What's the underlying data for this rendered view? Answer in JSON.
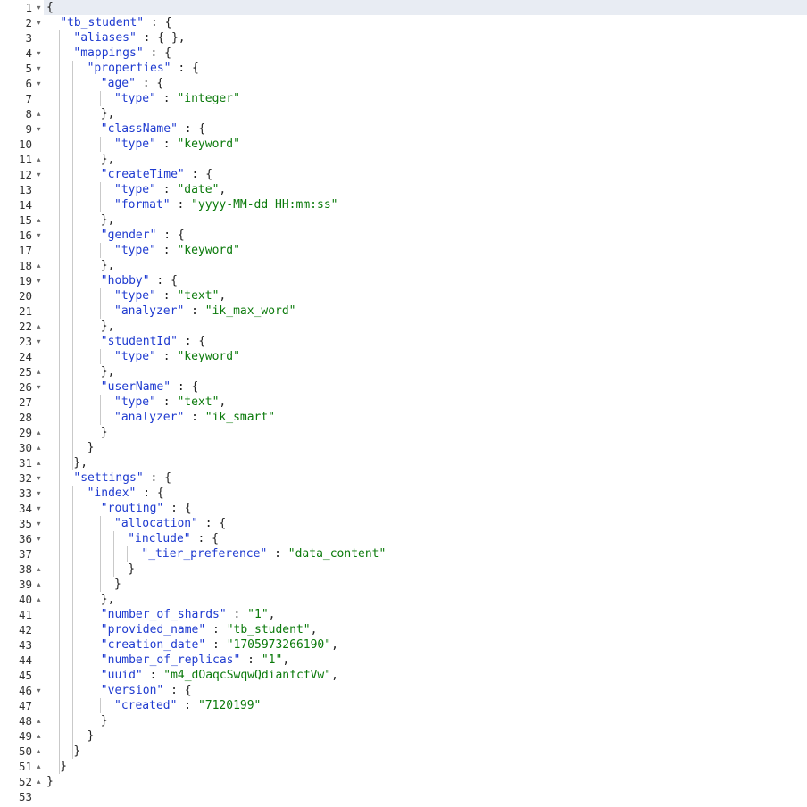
{
  "editor": {
    "lines": [
      {
        "n": "1",
        "fold": "▾",
        "tokens": [
          {
            "t": "p",
            "v": "{"
          }
        ]
      },
      {
        "n": "2",
        "fold": "▾",
        "tokens": [
          {
            "t": "k",
            "v": "\"tb_student\""
          },
          {
            "t": "p",
            "v": " : {"
          }
        ]
      },
      {
        "n": "3",
        "fold": "",
        "tokens": [
          {
            "t": "k",
            "v": "\"aliases\""
          },
          {
            "t": "p",
            "v": " : { },"
          }
        ]
      },
      {
        "n": "4",
        "fold": "▾",
        "tokens": [
          {
            "t": "k",
            "v": "\"mappings\""
          },
          {
            "t": "p",
            "v": " : {"
          }
        ]
      },
      {
        "n": "5",
        "fold": "▾",
        "tokens": [
          {
            "t": "k",
            "v": "\"properties\""
          },
          {
            "t": "p",
            "v": " : {"
          }
        ]
      },
      {
        "n": "6",
        "fold": "▾",
        "tokens": [
          {
            "t": "k",
            "v": "\"age\""
          },
          {
            "t": "p",
            "v": " : {"
          }
        ]
      },
      {
        "n": "7",
        "fold": "",
        "tokens": [
          {
            "t": "k",
            "v": "\"type\""
          },
          {
            "t": "p",
            "v": " : "
          },
          {
            "t": "s",
            "v": "\"integer\""
          }
        ]
      },
      {
        "n": "8",
        "fold": "▴",
        "tokens": [
          {
            "t": "p",
            "v": "},"
          }
        ]
      },
      {
        "n": "9",
        "fold": "▾",
        "tokens": [
          {
            "t": "k",
            "v": "\"className\""
          },
          {
            "t": "p",
            "v": " : {"
          }
        ]
      },
      {
        "n": "10",
        "fold": "",
        "tokens": [
          {
            "t": "k",
            "v": "\"type\""
          },
          {
            "t": "p",
            "v": " : "
          },
          {
            "t": "s",
            "v": "\"keyword\""
          }
        ]
      },
      {
        "n": "11",
        "fold": "▴",
        "tokens": [
          {
            "t": "p",
            "v": "},"
          }
        ]
      },
      {
        "n": "12",
        "fold": "▾",
        "tokens": [
          {
            "t": "k",
            "v": "\"createTime\""
          },
          {
            "t": "p",
            "v": " : {"
          }
        ]
      },
      {
        "n": "13",
        "fold": "",
        "tokens": [
          {
            "t": "k",
            "v": "\"type\""
          },
          {
            "t": "p",
            "v": " : "
          },
          {
            "t": "s",
            "v": "\"date\""
          },
          {
            "t": "p",
            "v": ","
          }
        ]
      },
      {
        "n": "14",
        "fold": "",
        "tokens": [
          {
            "t": "k",
            "v": "\"format\""
          },
          {
            "t": "p",
            "v": " : "
          },
          {
            "t": "s",
            "v": "\"yyyy-MM-dd HH:mm:ss\""
          }
        ]
      },
      {
        "n": "15",
        "fold": "▴",
        "tokens": [
          {
            "t": "p",
            "v": "},"
          }
        ]
      },
      {
        "n": "16",
        "fold": "▾",
        "tokens": [
          {
            "t": "k",
            "v": "\"gender\""
          },
          {
            "t": "p",
            "v": " : {"
          }
        ]
      },
      {
        "n": "17",
        "fold": "",
        "tokens": [
          {
            "t": "k",
            "v": "\"type\""
          },
          {
            "t": "p",
            "v": " : "
          },
          {
            "t": "s",
            "v": "\"keyword\""
          }
        ]
      },
      {
        "n": "18",
        "fold": "▴",
        "tokens": [
          {
            "t": "p",
            "v": "},"
          }
        ]
      },
      {
        "n": "19",
        "fold": "▾",
        "tokens": [
          {
            "t": "k",
            "v": "\"hobby\""
          },
          {
            "t": "p",
            "v": " : {"
          }
        ]
      },
      {
        "n": "20",
        "fold": "",
        "tokens": [
          {
            "t": "k",
            "v": "\"type\""
          },
          {
            "t": "p",
            "v": " : "
          },
          {
            "t": "s",
            "v": "\"text\""
          },
          {
            "t": "p",
            "v": ","
          }
        ]
      },
      {
        "n": "21",
        "fold": "",
        "tokens": [
          {
            "t": "k",
            "v": "\"analyzer\""
          },
          {
            "t": "p",
            "v": " : "
          },
          {
            "t": "s",
            "v": "\"ik_max_word\""
          }
        ]
      },
      {
        "n": "22",
        "fold": "▴",
        "tokens": [
          {
            "t": "p",
            "v": "},"
          }
        ]
      },
      {
        "n": "23",
        "fold": "▾",
        "tokens": [
          {
            "t": "k",
            "v": "\"studentId\""
          },
          {
            "t": "p",
            "v": " : {"
          }
        ]
      },
      {
        "n": "24",
        "fold": "",
        "tokens": [
          {
            "t": "k",
            "v": "\"type\""
          },
          {
            "t": "p",
            "v": " : "
          },
          {
            "t": "s",
            "v": "\"keyword\""
          }
        ]
      },
      {
        "n": "25",
        "fold": "▴",
        "tokens": [
          {
            "t": "p",
            "v": "},"
          }
        ]
      },
      {
        "n": "26",
        "fold": "▾",
        "tokens": [
          {
            "t": "k",
            "v": "\"userName\""
          },
          {
            "t": "p",
            "v": " : {"
          }
        ]
      },
      {
        "n": "27",
        "fold": "",
        "tokens": [
          {
            "t": "k",
            "v": "\"type\""
          },
          {
            "t": "p",
            "v": " : "
          },
          {
            "t": "s",
            "v": "\"text\""
          },
          {
            "t": "p",
            "v": ","
          }
        ]
      },
      {
        "n": "28",
        "fold": "",
        "tokens": [
          {
            "t": "k",
            "v": "\"analyzer\""
          },
          {
            "t": "p",
            "v": " : "
          },
          {
            "t": "s",
            "v": "\"ik_smart\""
          }
        ]
      },
      {
        "n": "29",
        "fold": "▴",
        "tokens": [
          {
            "t": "p",
            "v": "}"
          }
        ]
      },
      {
        "n": "30",
        "fold": "▴",
        "tokens": [
          {
            "t": "p",
            "v": "}"
          }
        ]
      },
      {
        "n": "31",
        "fold": "▴",
        "tokens": [
          {
            "t": "p",
            "v": "},"
          }
        ]
      },
      {
        "n": "32",
        "fold": "▾",
        "tokens": [
          {
            "t": "k",
            "v": "\"settings\""
          },
          {
            "t": "p",
            "v": " : {"
          }
        ]
      },
      {
        "n": "33",
        "fold": "▾",
        "tokens": [
          {
            "t": "k",
            "v": "\"index\""
          },
          {
            "t": "p",
            "v": " : {"
          }
        ]
      },
      {
        "n": "34",
        "fold": "▾",
        "tokens": [
          {
            "t": "k",
            "v": "\"routing\""
          },
          {
            "t": "p",
            "v": " : {"
          }
        ]
      },
      {
        "n": "35",
        "fold": "▾",
        "tokens": [
          {
            "t": "k",
            "v": "\"allocation\""
          },
          {
            "t": "p",
            "v": " : {"
          }
        ]
      },
      {
        "n": "36",
        "fold": "▾",
        "tokens": [
          {
            "t": "k",
            "v": "\"include\""
          },
          {
            "t": "p",
            "v": " : {"
          }
        ]
      },
      {
        "n": "37",
        "fold": "",
        "tokens": [
          {
            "t": "k",
            "v": "\"_tier_preference\""
          },
          {
            "t": "p",
            "v": " : "
          },
          {
            "t": "s",
            "v": "\"data_content\""
          }
        ]
      },
      {
        "n": "38",
        "fold": "▴",
        "tokens": [
          {
            "t": "p",
            "v": "}"
          }
        ]
      },
      {
        "n": "39",
        "fold": "▴",
        "tokens": [
          {
            "t": "p",
            "v": "}"
          }
        ]
      },
      {
        "n": "40",
        "fold": "▴",
        "tokens": [
          {
            "t": "p",
            "v": "},"
          }
        ]
      },
      {
        "n": "41",
        "fold": "",
        "tokens": [
          {
            "t": "k",
            "v": "\"number_of_shards\""
          },
          {
            "t": "p",
            "v": " : "
          },
          {
            "t": "s",
            "v": "\"1\""
          },
          {
            "t": "p",
            "v": ","
          }
        ]
      },
      {
        "n": "42",
        "fold": "",
        "tokens": [
          {
            "t": "k",
            "v": "\"provided_name\""
          },
          {
            "t": "p",
            "v": " : "
          },
          {
            "t": "s",
            "v": "\"tb_student\""
          },
          {
            "t": "p",
            "v": ","
          }
        ]
      },
      {
        "n": "43",
        "fold": "",
        "tokens": [
          {
            "t": "k",
            "v": "\"creation_date\""
          },
          {
            "t": "p",
            "v": " : "
          },
          {
            "t": "s",
            "v": "\"1705973266190\""
          },
          {
            "t": "p",
            "v": ","
          }
        ]
      },
      {
        "n": "44",
        "fold": "",
        "tokens": [
          {
            "t": "k",
            "v": "\"number_of_replicas\""
          },
          {
            "t": "p",
            "v": " : "
          },
          {
            "t": "s",
            "v": "\"1\""
          },
          {
            "t": "p",
            "v": ","
          }
        ]
      },
      {
        "n": "45",
        "fold": "",
        "tokens": [
          {
            "t": "k",
            "v": "\"uuid\""
          },
          {
            "t": "p",
            "v": " : "
          },
          {
            "t": "s",
            "v": "\"m4_dOaqcSwqwQdianfcfVw\""
          },
          {
            "t": "p",
            "v": ","
          }
        ]
      },
      {
        "n": "46",
        "fold": "▾",
        "tokens": [
          {
            "t": "k",
            "v": "\"version\""
          },
          {
            "t": "p",
            "v": " : {"
          }
        ]
      },
      {
        "n": "47",
        "fold": "",
        "tokens": [
          {
            "t": "k",
            "v": "\"created\""
          },
          {
            "t": "p",
            "v": " : "
          },
          {
            "t": "s",
            "v": "\"7120199\""
          }
        ]
      },
      {
        "n": "48",
        "fold": "▴",
        "tokens": [
          {
            "t": "p",
            "v": "}"
          }
        ]
      },
      {
        "n": "49",
        "fold": "▴",
        "tokens": [
          {
            "t": "p",
            "v": "}"
          }
        ]
      },
      {
        "n": "50",
        "fold": "▴",
        "tokens": [
          {
            "t": "p",
            "v": "}"
          }
        ]
      },
      {
        "n": "51",
        "fold": "▴",
        "tokens": [
          {
            "t": "p",
            "v": "}"
          }
        ]
      },
      {
        "n": "52",
        "fold": "▴",
        "tokens": [
          {
            "t": "p",
            "v": "}"
          }
        ]
      },
      {
        "n": "53",
        "fold": "",
        "tokens": []
      }
    ]
  }
}
